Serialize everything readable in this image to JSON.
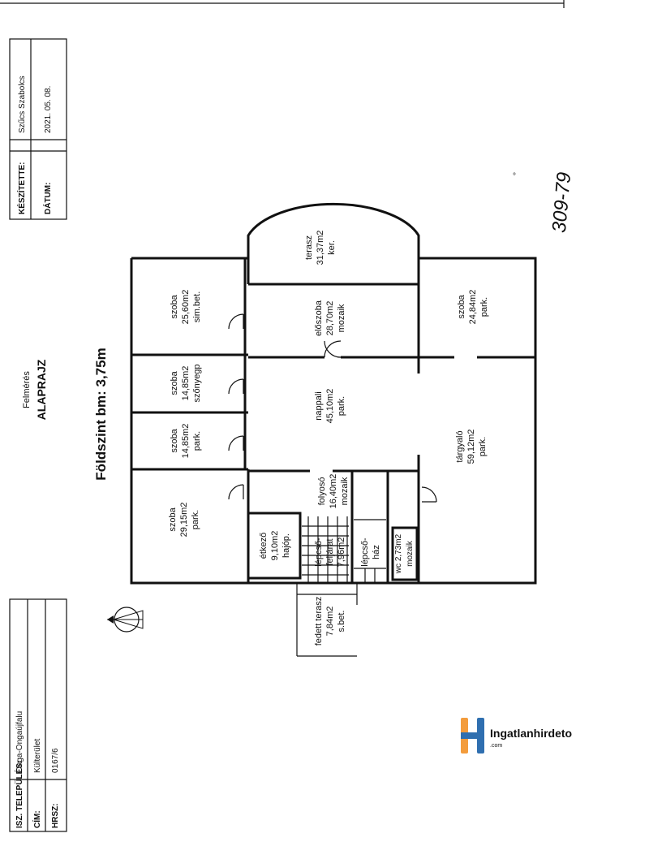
{
  "header": {
    "survey": "Felmérés",
    "title": "ALAPRAJZ",
    "floor": "Földszint bm: 3,75m"
  },
  "meta_top": [
    {
      "label": "KÉSZÍTETTE:",
      "value": "Szűcs Szabolcs"
    },
    {
      "label": "DÁTUM:",
      "value": "2021. 05. 08."
    }
  ],
  "meta_bottom": [
    {
      "label": "ISZ. TELEPÜLÉS:",
      "value": "Onga-Ongaújfalu"
    },
    {
      "label": "CÍM:",
      "value": "Külterület"
    },
    {
      "label": "HRSZ:",
      "value": "0167/6"
    }
  ],
  "handwritten": "309-79",
  "rooms": {
    "terasz": {
      "name": "terasz",
      "area": "31,37m2",
      "floor": "ker."
    },
    "szoba_1": {
      "name": "szoba",
      "area": "25,60m2",
      "floor": "sim.bet."
    },
    "eloszoba": {
      "name": "előszoba",
      "area": "28,70m2",
      "floor": "mozaik"
    },
    "szoba_2": {
      "name": "szoba",
      "area": "24,84m2",
      "floor": "park."
    },
    "szoba_3": {
      "name": "szoba",
      "area": "14,85m2",
      "floor": "szőnyegp"
    },
    "szoba_4": {
      "name": "szoba",
      "area": "14,85m2",
      "floor": "park."
    },
    "nappali": {
      "name": "nappali",
      "area": "45,10m2",
      "floor": "park."
    },
    "targyalo": {
      "name": "tárgyaló",
      "area": "59,12m2",
      "floor": "park."
    },
    "szoba_5": {
      "name": "szoba",
      "area": "29,15m2",
      "floor": "park."
    },
    "folyoso": {
      "name": "folyosó",
      "area": "16,40m2",
      "floor": "mozaik"
    },
    "etkezo": {
      "name": "étkező",
      "area": "9,10m2",
      "floor": "hajóp."
    },
    "lepcsofeljarat": {
      "l1": "lépcső-",
      "l2": "feljárat",
      "area": "7,96m2"
    },
    "lepcsohaz": {
      "l1": "lépcső-",
      "l2": "ház"
    },
    "wc": {
      "name": "wc",
      "area": "2,73m2",
      "floor": "mozaik"
    },
    "fedett_terasz": {
      "name": "fedett terasz",
      "area": "7,84m2",
      "floor": "s.bet."
    }
  },
  "logo": {
    "brand": "Ingatlanhirdeto",
    "suffix": ".com",
    "color_orange": "#f39c3c",
    "color_blue": "#2f6fb0"
  }
}
